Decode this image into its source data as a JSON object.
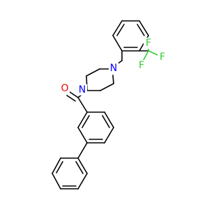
{
  "molecule": {
    "atoms": {
      "oxygen": "O",
      "nitrogen_1": "N",
      "nitrogen_2": "N",
      "fluorine_1": "F",
      "fluorine_2": "F",
      "fluorine_3": "F"
    },
    "colors": {
      "bond": "#000000",
      "oxygen": "#ff0000",
      "nitrogen": "#0000ff",
      "fluorine": "#33cc33"
    }
  }
}
